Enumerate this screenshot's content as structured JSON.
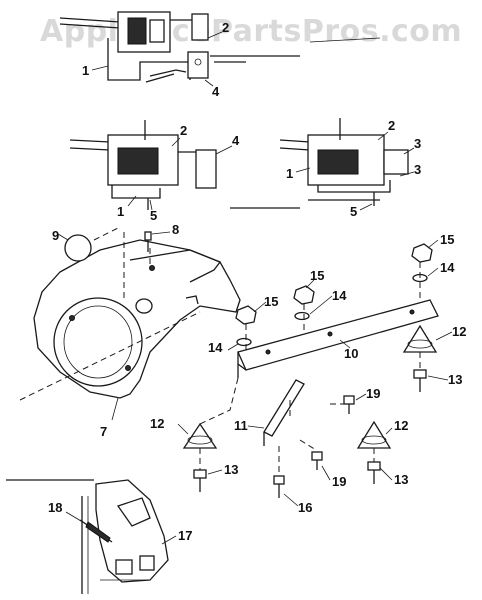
{
  "watermark": "AppliancePartsPros.com",
  "callouts": {
    "c1a": "1",
    "c2a": "2",
    "c4a": "4",
    "c2b": "2",
    "c4b": "4",
    "c1b": "1",
    "c5a": "5",
    "c2c": "2",
    "c3a": "3",
    "c1c": "1",
    "c3b": "3",
    "c5b": "5",
    "c9": "9",
    "c8": "8",
    "c7": "7",
    "c15a": "15",
    "c14a": "14",
    "c15b": "15",
    "c14b": "14",
    "c15c": "15",
    "c14c": "14",
    "c10": "10",
    "c12a": "12",
    "c13a": "13",
    "c11": "11",
    "c19a": "19",
    "c12b": "12",
    "c13b": "13",
    "c12c": "12",
    "c19b": "19",
    "c13c": "13",
    "c16": "16",
    "c18": "18",
    "c17": "17"
  }
}
